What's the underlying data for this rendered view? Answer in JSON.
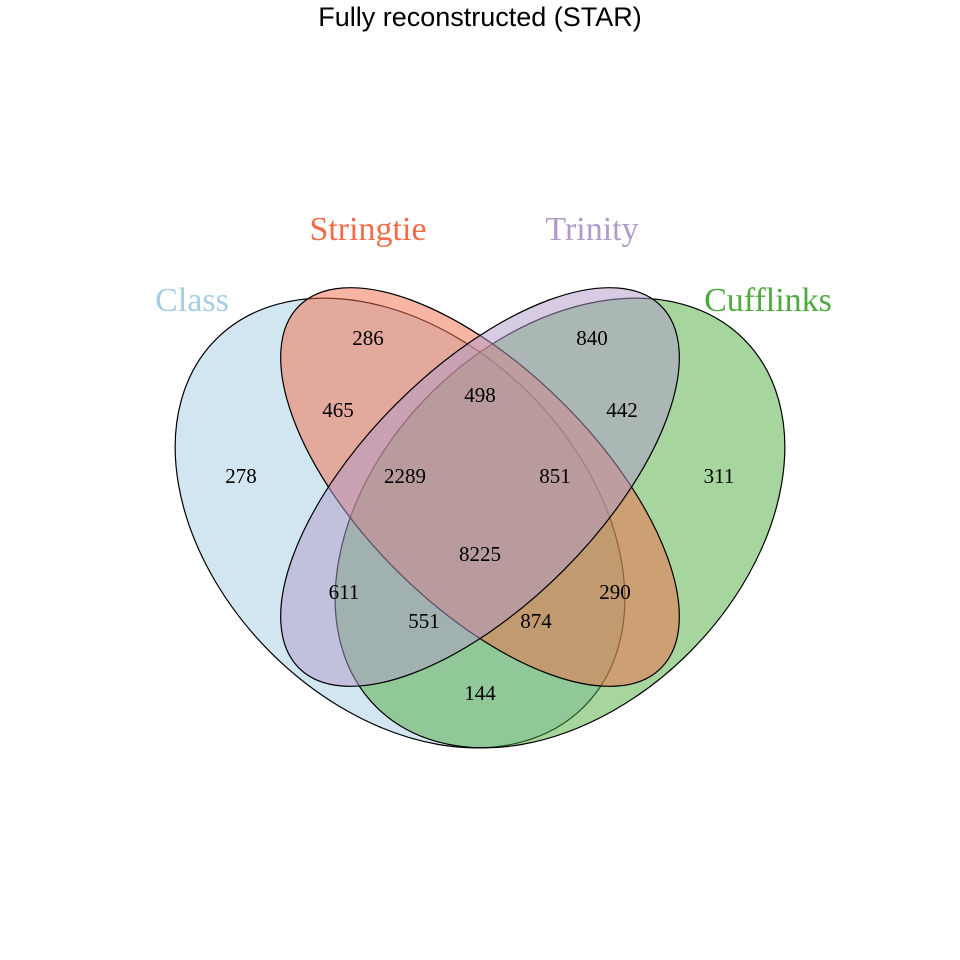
{
  "title": "Fully reconstructed (STAR)",
  "sets": [
    {
      "key": "class",
      "label": "Class",
      "color": "#a6cee3"
    },
    {
      "key": "stringtie",
      "label": "Stringtie",
      "color": "#f36c4a"
    },
    {
      "key": "trinity",
      "label": "Trinity",
      "color": "#b09ac9"
    },
    {
      "key": "cufflinks",
      "label": "Cufflinks",
      "color": "#4dab3e"
    }
  ],
  "regions": {
    "class_only": "278",
    "stringtie_only": "286",
    "trinity_only": "840",
    "cufflinks_only": "311",
    "class_stringtie": "465",
    "stringtie_trinity": "498",
    "trinity_cufflinks": "442",
    "class_stringtie_trinity": "2289",
    "stringtie_trinity_cufflinks": "851",
    "all_four": "8225",
    "class_trinity": "611",
    "stringtie_cufflinks": "290",
    "class_trinity_cufflinks": "551",
    "class_stringtie_cufflinks": "874",
    "class_cufflinks": "144"
  }
}
